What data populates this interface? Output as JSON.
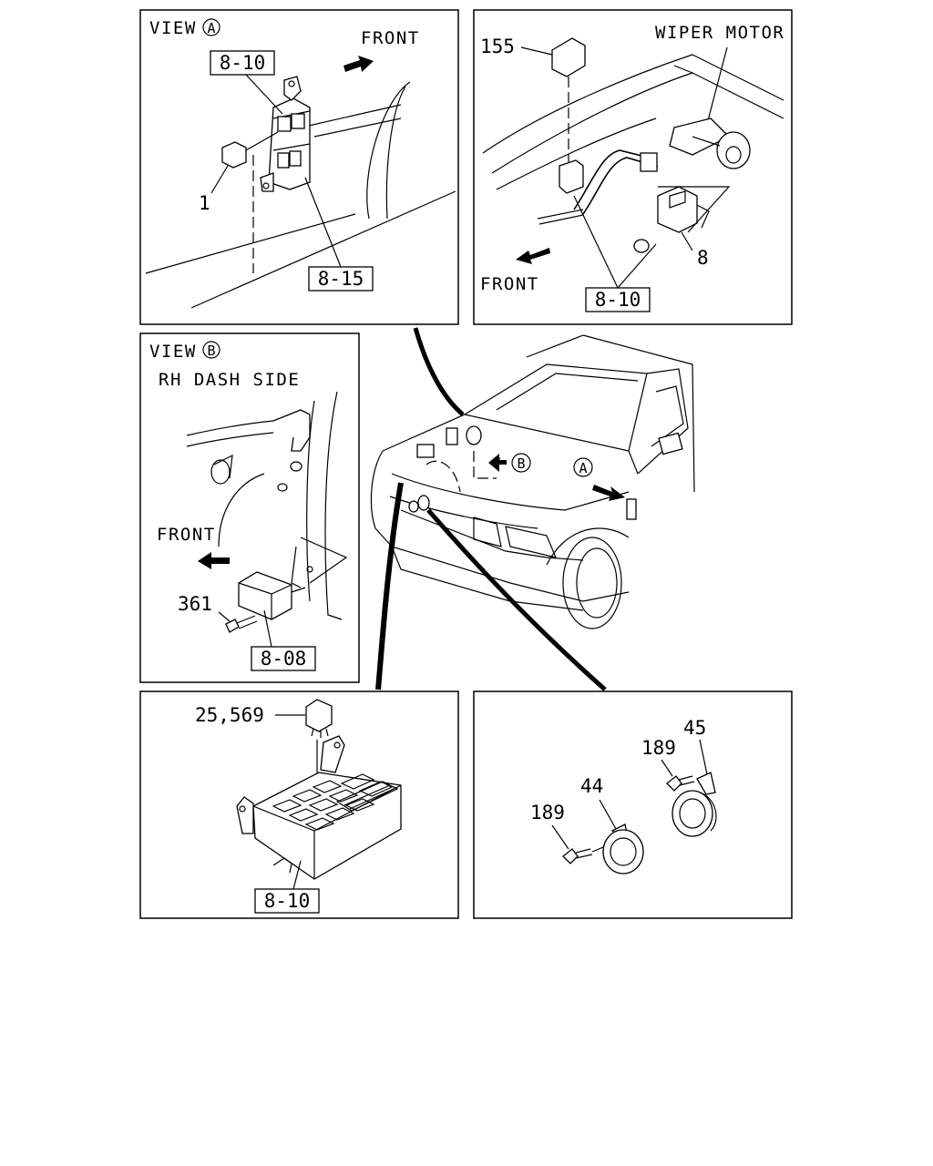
{
  "panels": {
    "view_a": {
      "title": "VIEW",
      "title_letter": "A",
      "front": "FRONT",
      "ref_top": "8-10",
      "ref_bottom": "8-15",
      "part_relay": "1"
    },
    "wiper": {
      "label": "WIPER MOTOR",
      "part_155": "155",
      "part_8": "8",
      "front": "FRONT",
      "ref": "8-10"
    },
    "view_b": {
      "title": "VIEW",
      "title_letter": "B",
      "subtitle": "RH DASH SIDE",
      "front": "FRONT",
      "part_361": "361",
      "ref": "8-08"
    },
    "vehicle": {
      "marker_a": "A",
      "marker_b": "B"
    },
    "fuse_box": {
      "part_relay": "25,569",
      "ref": "8-10"
    },
    "horns": {
      "part_45": "45",
      "part_189_top": "189",
      "part_44": "44",
      "part_189_bottom": "189"
    }
  }
}
